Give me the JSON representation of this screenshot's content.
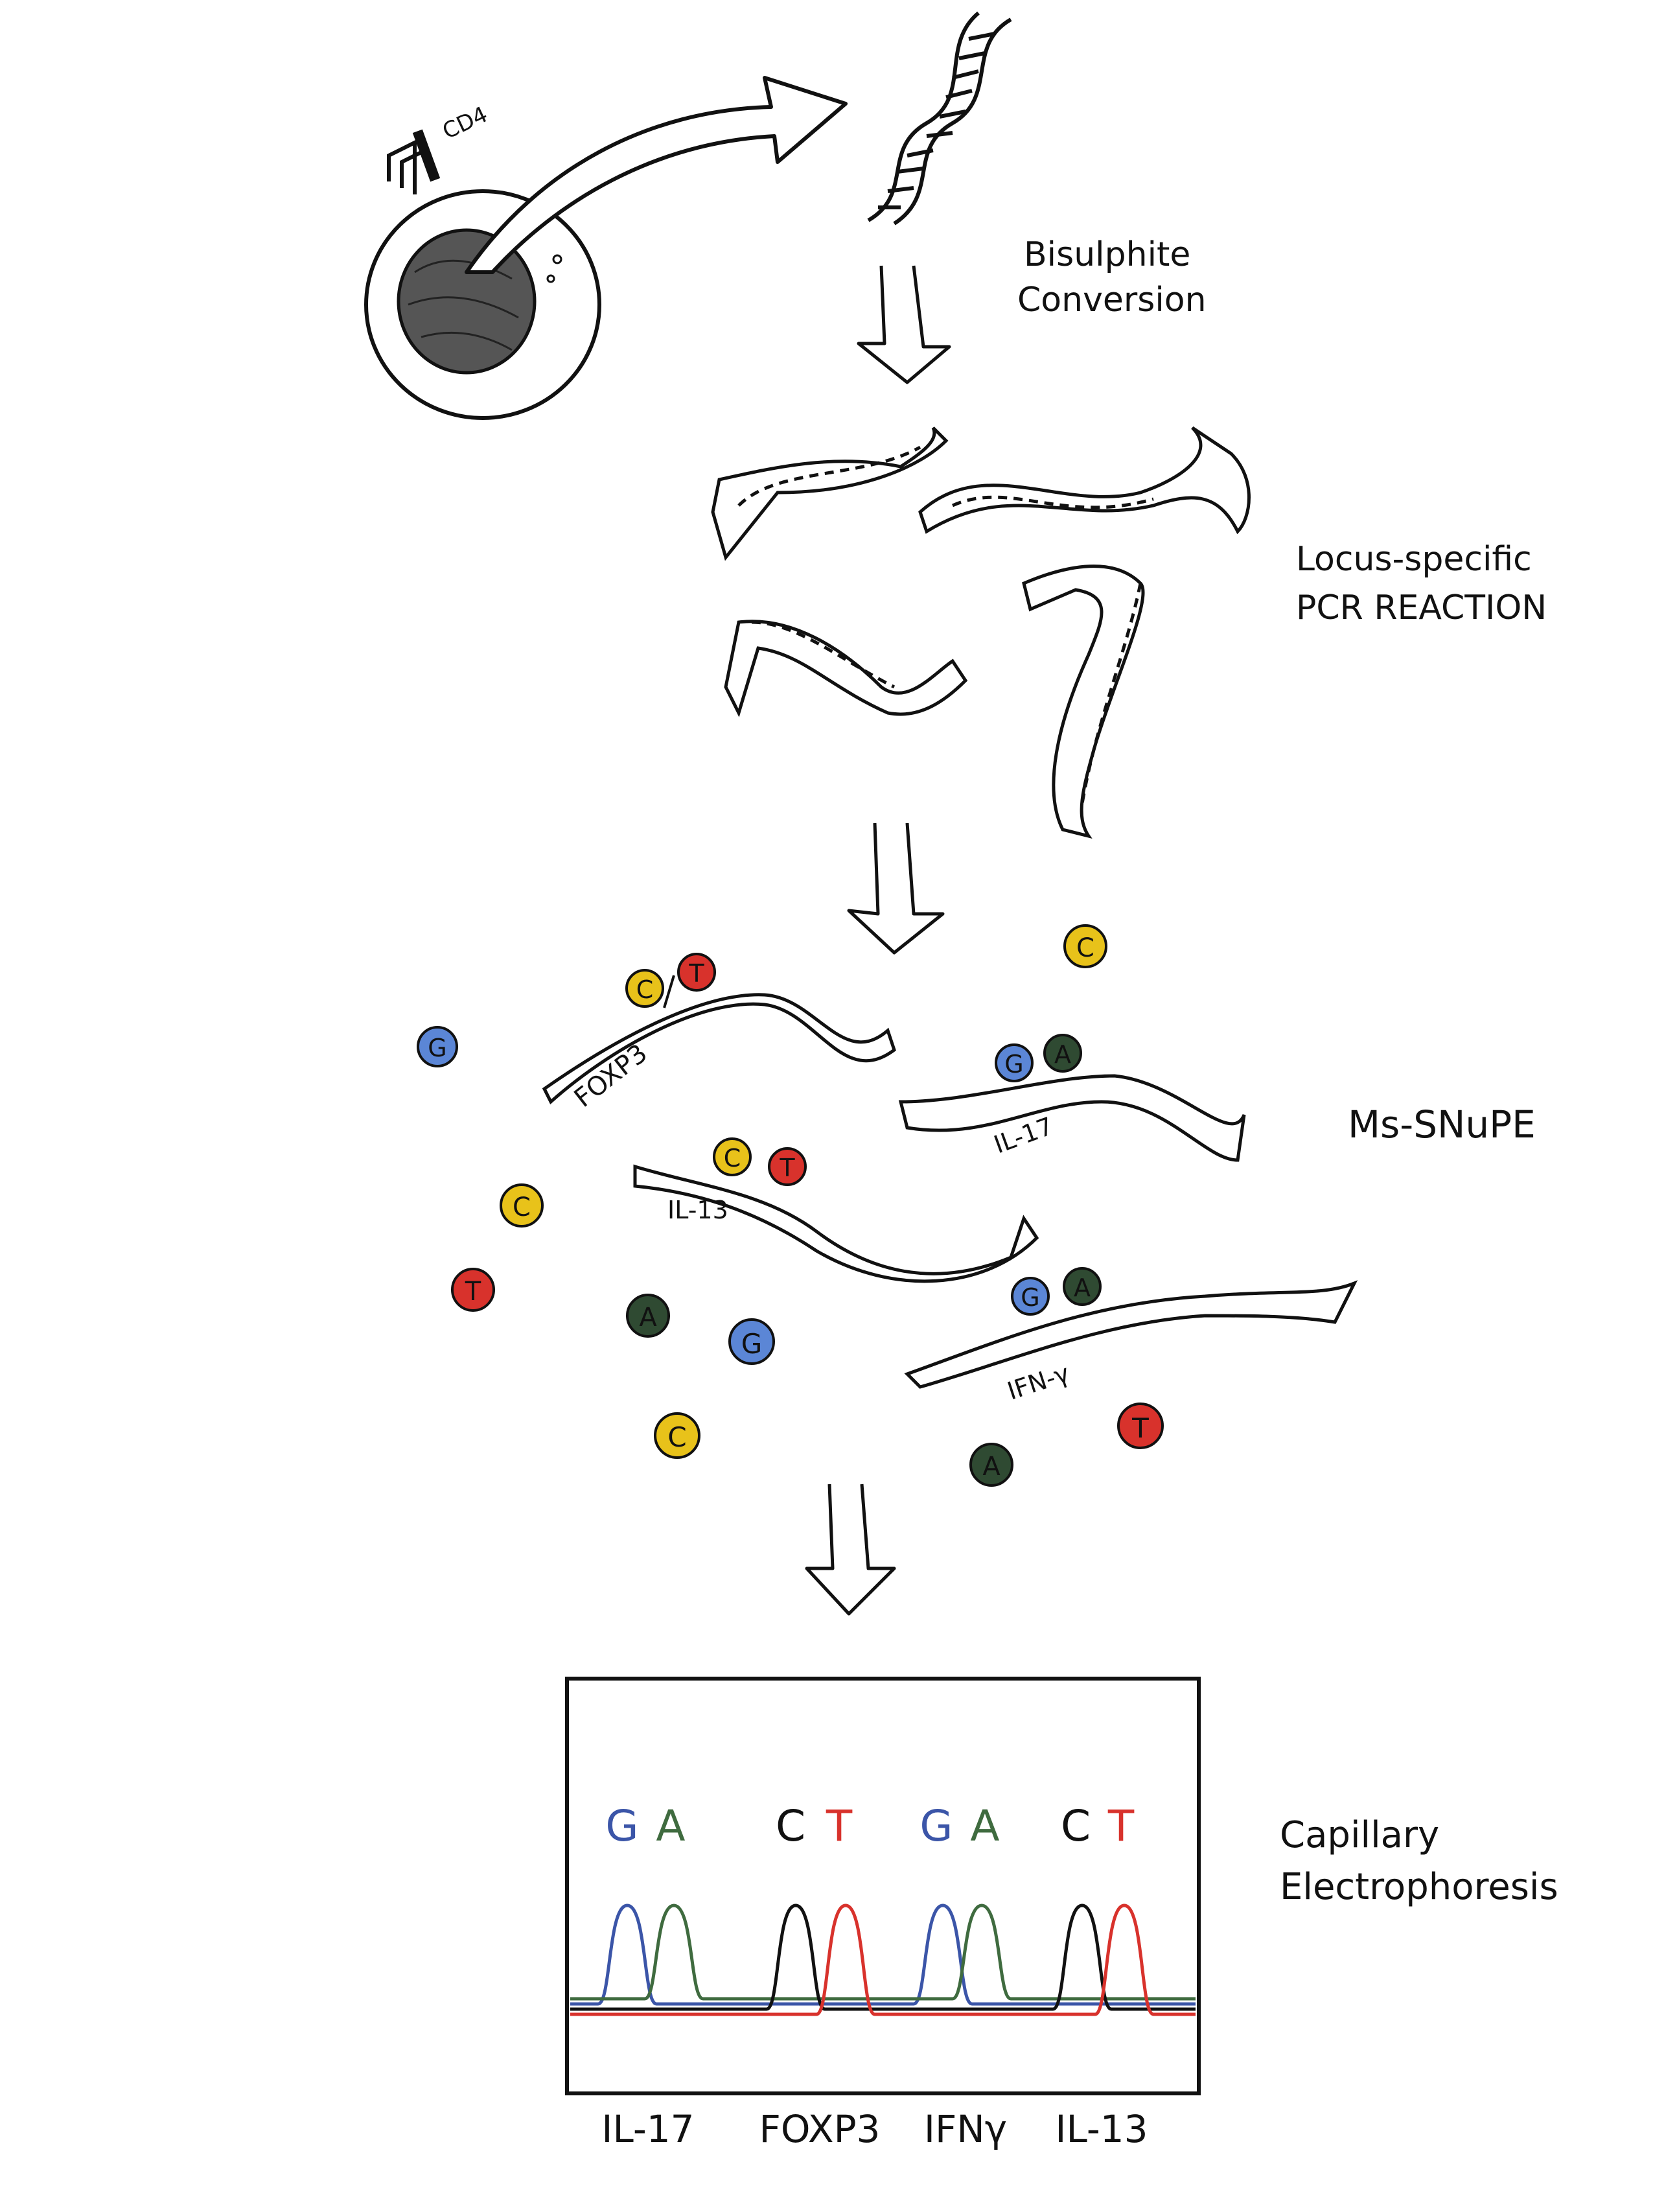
{
  "steps": {
    "cell_marker": "CD4",
    "bisulphite": [
      "Bisulphite",
      "Conversion"
    ],
    "pcr": [
      "Locus-specific",
      "PCR REACTION"
    ],
    "snupe": "Ms-SNuPE",
    "ce": [
      "Capillary",
      "Electrophoresis"
    ]
  },
  "amplicons": {
    "foxp3": {
      "label": "FOXP3",
      "bases": [
        "C",
        "T"
      ]
    },
    "il17": {
      "label": "IL-17",
      "bases": [
        "G",
        "A"
      ]
    },
    "il13": {
      "label": "IL-13",
      "bases": [
        "C",
        "T"
      ]
    },
    "ifng": {
      "label": "IFN-γ",
      "bases": [
        "G",
        "A"
      ]
    }
  },
  "free_nucleotides": [
    {
      "base": "C",
      "color": "#e8c21a"
    },
    {
      "base": "G",
      "color": "#5b86d6"
    },
    {
      "base": "C",
      "color": "#e8c21a"
    },
    {
      "base": "T",
      "color": "#d8322c"
    },
    {
      "base": "A",
      "color": "#2f4a32"
    },
    {
      "base": "G",
      "color": "#5b86d6"
    },
    {
      "base": "C",
      "color": "#e8c21a"
    },
    {
      "base": "A",
      "color": "#2f4a32"
    },
    {
      "base": "T",
      "color": "#d8322c"
    }
  ],
  "electropherogram": {
    "peak_letters": [
      "G",
      "A",
      "C",
      "T",
      "G",
      "A",
      "C",
      "T"
    ],
    "letter_colors": [
      "#3b55a8",
      "#3f6b3f",
      "#111111",
      "#d8322c",
      "#3b55a8",
      "#3f6b3f",
      "#111111",
      "#d8322c"
    ],
    "loci": [
      "IL-17",
      "FOXP3",
      "IFNγ",
      "IL-13"
    ]
  },
  "colors": {
    "G": "#5b86d6",
    "A": "#2f4a32",
    "C": "#e8c21a",
    "T": "#d8322c",
    "ink": "#111111"
  }
}
